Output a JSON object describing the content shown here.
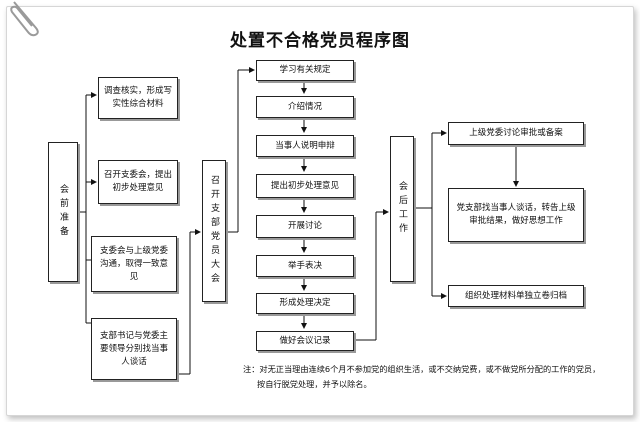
{
  "title": "处置不合格党员程序图",
  "pre_meeting": {
    "label": "会前准备",
    "steps": [
      "调查核实，形成写实性综合材料",
      "召开支委会，提出初步处理意见",
      "支委会与上级党委沟通，取得一致意见",
      "支部书记与党委主要领导分别找当事人谈话"
    ]
  },
  "branch_meeting": {
    "label": "召开支部党员大会",
    "steps": [
      "学习有关规定",
      "介绍情况",
      "当事人说明申辩",
      "提出初步处理意见",
      "开展讨论",
      "举手表决",
      "形成处理决定",
      "做好会议记录"
    ]
  },
  "post_meeting": {
    "label": "会后工作",
    "steps": [
      "上级党委讨论审批或备案",
      "党支部找当事人谈话，转告上级审批结果，做好思想工作",
      "组织处理材料单独立卷归档"
    ]
  },
  "note": {
    "line1": "注：对无正当理由连续6个月不参加党的组织生活，或不交纳党费，或不做党所分配的工作的党员，",
    "line2": "按自行脱党处理，并予以除名。"
  }
}
